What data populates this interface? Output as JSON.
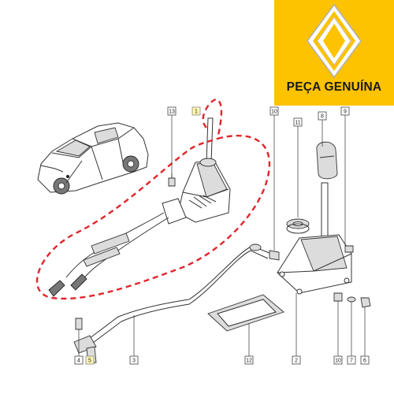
{
  "badge": {
    "text": "PEÇA GENUÍNA",
    "background_color": "#fdc200",
    "logo_icon": "renault-diamond-logo"
  },
  "callouts": [
    {
      "id": "13",
      "text": "13"
    },
    {
      "id": "1",
      "text": "1"
    },
    {
      "id": "10-top",
      "text": "10"
    },
    {
      "id": "11",
      "text": "11"
    },
    {
      "id": "8",
      "text": "8"
    },
    {
      "id": "9",
      "text": "9"
    },
    {
      "id": "2",
      "text": "2"
    },
    {
      "id": "4",
      "text": "4"
    },
    {
      "id": "5",
      "text": "5"
    },
    {
      "id": "3",
      "text": "3"
    },
    {
      "id": "12",
      "text": "12"
    },
    {
      "id": "10-bottom",
      "text": "10"
    },
    {
      "id": "7",
      "text": "7"
    },
    {
      "id": "6",
      "text": "6"
    }
  ],
  "highlight_color": "#e0262a",
  "highlighted_part": "1"
}
